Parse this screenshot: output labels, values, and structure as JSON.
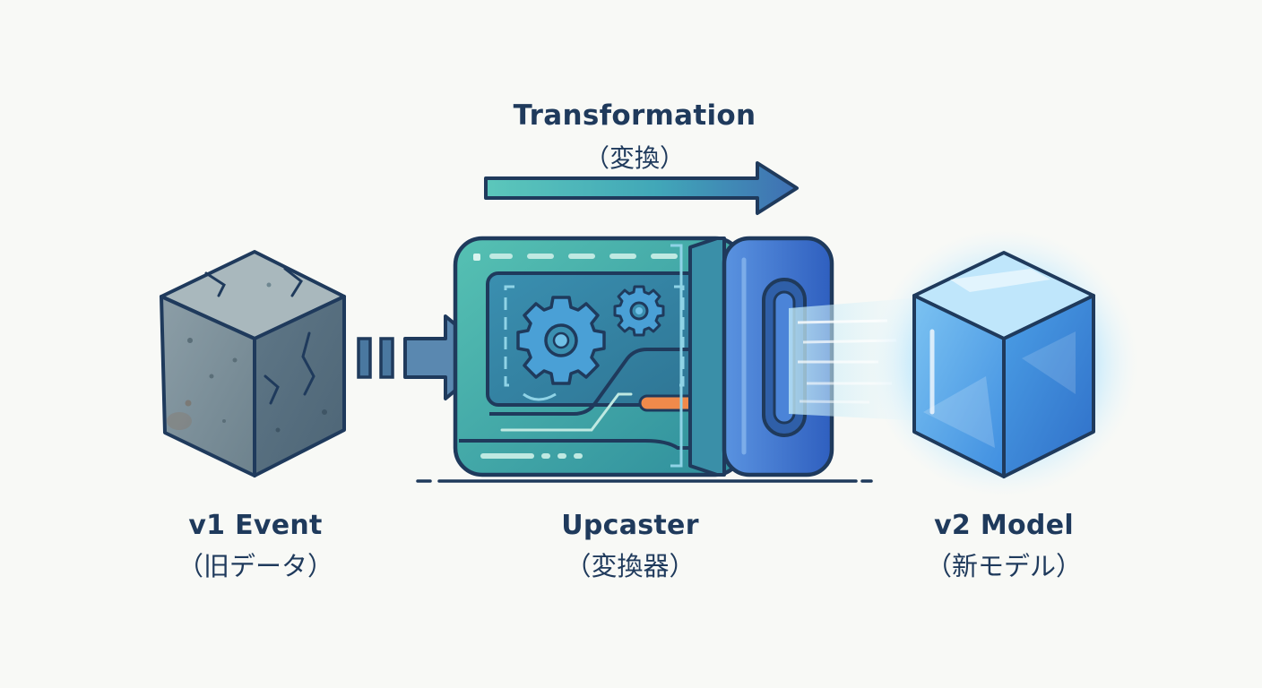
{
  "diagram": {
    "transformation": {
      "title": "Transformation",
      "subtitle": "（変換）"
    },
    "source": {
      "title": "v1 Event",
      "subtitle": "（旧データ）"
    },
    "converter": {
      "title": "Upcaster",
      "subtitle": "（変換器）"
    },
    "target": {
      "title": "v2 Model",
      "subtitle": "（新モデル）"
    }
  },
  "colors": {
    "outline": "#1f3a5c",
    "stone": "#6f8796",
    "machine_teal": "#3aa5a0",
    "machine_blue": "#3b6fd0",
    "crystal_blue": "#4d9be6",
    "accent_orange": "#f08a4b",
    "background": "#f8f9f6"
  }
}
